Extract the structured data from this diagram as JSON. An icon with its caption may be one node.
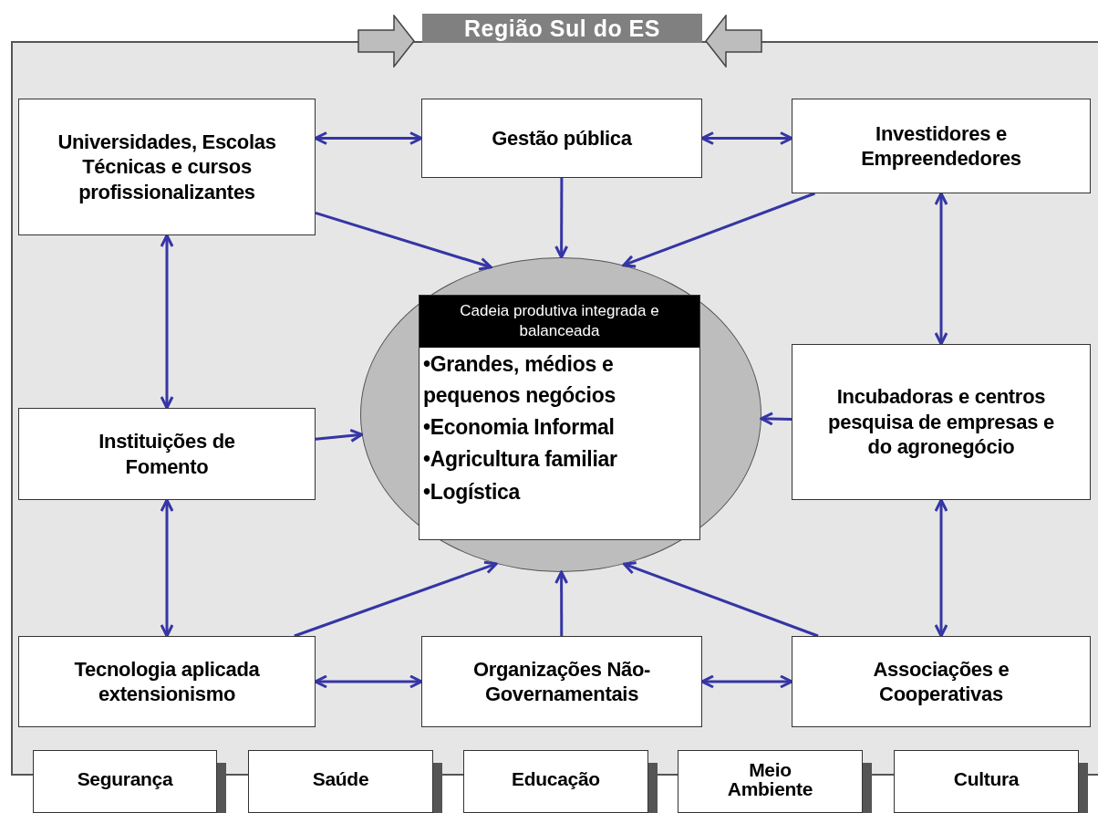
{
  "diagram": {
    "nodes": [
      {
        "text": [
          "Região Sul do ES"
        ]
      },
      {
        "text": [
          "Universidades, Escolas Técnicas e cursos profissionalizantes"
        ],
        "in": 0
      },
      {
        "text": [
          "Gestão pública"
        ],
        "in": 0
      },
      {
        "text": [
          "Investidores e Empreendedores"
        ],
        "in": 0
      },
      {
        "text": [],
        "shape": "circle",
        "in": 0
      },
      {
        "text": [
          "Cadeia produtiva integrada e balanceada",
          "•Grandes, médios e pequenos negócios",
          "•Economia Informal",
          "•Agricultura familiar",
          "•Logística"
        ],
        "in": 4
      },
      {
        "text": [
          "Instituições de Fomento"
        ],
        "in": 0
      },
      {
        "text": [
          "Incubadoras e centros pesquisa de empresas e do agronegócio"
        ],
        "in": 0
      },
      {
        "text": [
          "Tecnologia aplicada extensionismo"
        ],
        "in": 0
      },
      {
        "text": [
          "Organizações Não-Governamentais"
        ],
        "in": 0
      },
      {
        "text": [
          "Associações e Cooperativas"
        ],
        "in": 0
      },
      {
        "text": [
          "Segurança"
        ]
      },
      {
        "text": [
          "Saúde"
        ]
      },
      {
        "text": [
          "Educação"
        ]
      },
      {
        "text": [
          "Meio Ambiente"
        ]
      },
      {
        "text": [
          "Cultura"
        ]
      }
    ],
    "edges": [
      {
        "from": 1,
        "to": 2,
        "arrow": "both"
      },
      {
        "from": 2,
        "to": 3,
        "arrow": "both"
      },
      {
        "from": 1,
        "to": 6,
        "arrow": "both"
      },
      {
        "from": 3,
        "to": 7,
        "arrow": "both"
      },
      {
        "from": 6,
        "to": 8,
        "arrow": "both"
      },
      {
        "from": 7,
        "to": 10,
        "arrow": "both"
      },
      {
        "from": 8,
        "to": 9,
        "arrow": "both"
      },
      {
        "from": 9,
        "to": 10,
        "arrow": "both"
      },
      {
        "from": 1,
        "to": 4,
        "arrow": "to"
      },
      {
        "from": 2,
        "to": 4,
        "arrow": "to"
      },
      {
        "from": 3,
        "to": 4,
        "arrow": "to"
      },
      {
        "from": 6,
        "to": 4,
        "arrow": "to"
      },
      {
        "from": 7,
        "to": 4,
        "arrow": "to"
      },
      {
        "from": 8,
        "to": 4,
        "arrow": "to"
      },
      {
        "from": 9,
        "to": 4,
        "arrow": "to"
      },
      {
        "from": 10,
        "to": 4,
        "arrow": "to"
      }
    ]
  }
}
